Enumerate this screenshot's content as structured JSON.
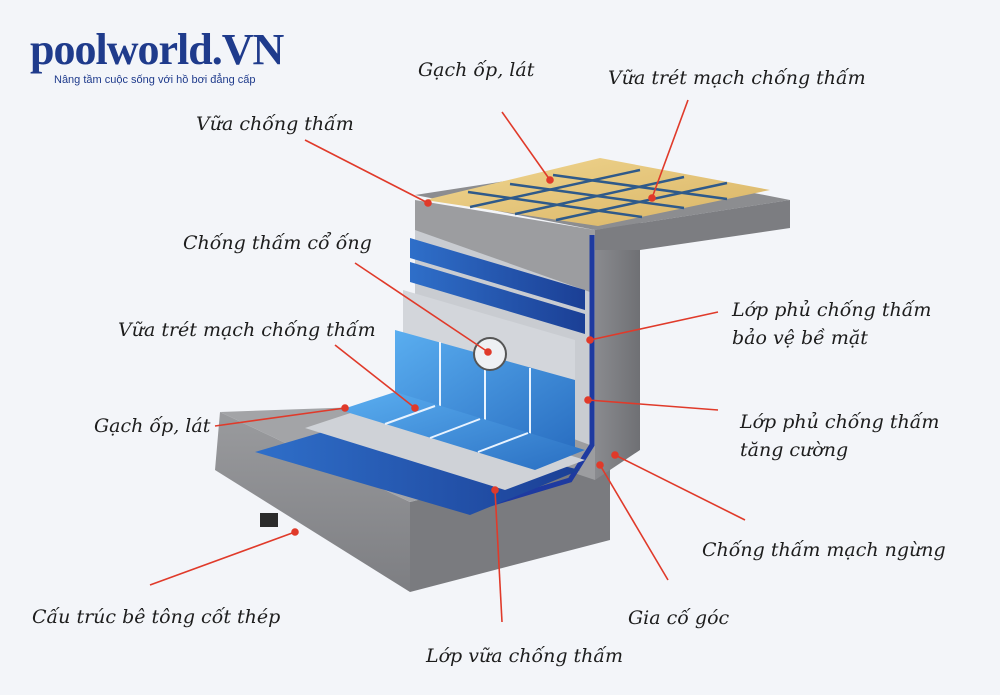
{
  "logo": {
    "title": "poolworld.VN",
    "tagline": "Nâng tầm cuộc sống với hồ bơi đẳng cấp"
  },
  "labels": {
    "top_tile": "Gạch ốp, lát",
    "top_grout": "Vữa trét mạch chống thấm",
    "top_mortar": "Vữa chống thấm",
    "pipe_collar": "Chống thấm cổ ống",
    "wall_grout": "Vữa trét mạch chống thấm",
    "floor_tile": "Gạch ốp, lát",
    "surface_coat_1": "Lớp phủ chống thấm",
    "surface_coat_2": "bảo vệ bề mặt",
    "reinforced_coat_1": "Lớp phủ chống thấm",
    "reinforced_coat_2": "tăng cường",
    "joint_waterproof": "Chống thấm mạch ngừng",
    "concrete": "Cấu trúc bê tông cốt thép",
    "corner": "Gia cố góc",
    "mortar_layer": "Lớp vữa chống thấm"
  },
  "colors": {
    "concrete": "#8f9093",
    "tile_top": "#e6c77a",
    "tile_blue": "#3a86d4",
    "membrane": "#1e3aa0",
    "leader": "#e03a2a",
    "logo": "#1f3b8c"
  }
}
